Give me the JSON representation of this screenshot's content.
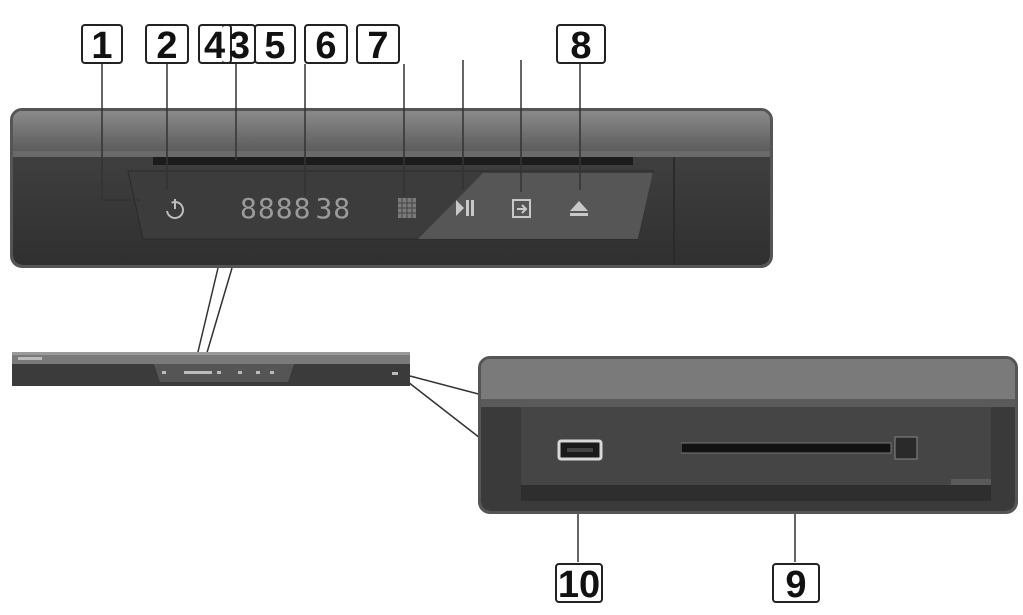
{
  "callouts": {
    "c1": "1",
    "c2": "2",
    "c4": "4",
    "c3": "3",
    "c5": "5",
    "c6": "6",
    "c7": "7",
    "c8": "8",
    "c9": "9",
    "c10": "10"
  },
  "icons": {
    "power": "power-icon",
    "display": "seven-segment-display",
    "sensor": "remote-sensor",
    "play_pause": "play-pause-icon",
    "function": "function-icon",
    "eject": "eject-icon",
    "usb": "usb-port",
    "slot": "disc-slot"
  },
  "colors": {
    "panel_dark": "#3a3a3a",
    "panel_mid": "#5a5a5a",
    "panel_light": "#8a8a8a",
    "outline": "#555555"
  }
}
